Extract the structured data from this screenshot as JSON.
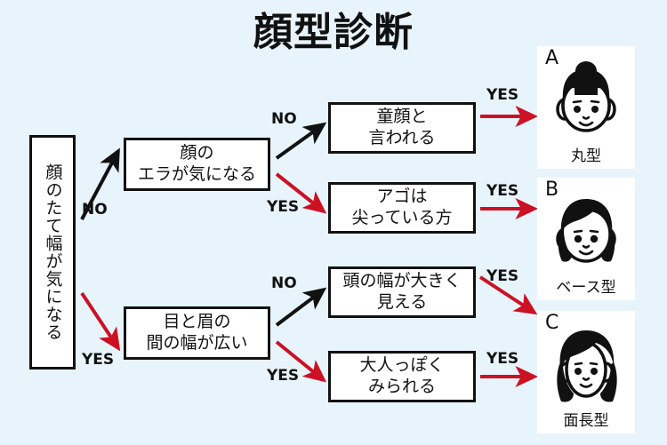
{
  "page": {
    "title": "顔型診断",
    "background_color": "#e8f4fb",
    "ink_color": "#111111",
    "yes_color": "#cc1124",
    "no_color": "#111111"
  },
  "start": {
    "label": "顔のたて幅が気になる"
  },
  "questions": [
    {
      "id": "q1",
      "label": "顔の\nエラが気になる"
    },
    {
      "id": "q2",
      "label": "目と眉の\n間の幅が広い"
    },
    {
      "id": "a1",
      "label": "童顔と\n言われる"
    },
    {
      "id": "a2",
      "label": "アゴは\n尖っている方"
    },
    {
      "id": "a3",
      "label": "頭の幅が大きく\n見える"
    },
    {
      "id": "a4",
      "label": "大人っぽく\nみられる"
    }
  ],
  "edges": [
    {
      "id": "start-no",
      "label": "NO",
      "color": "#111111",
      "answer": "no"
    },
    {
      "id": "start-yes",
      "label": "YES",
      "color": "#cc1124",
      "answer": "yes"
    },
    {
      "id": "q1-no",
      "label": "NO",
      "color": "#111111",
      "answer": "no"
    },
    {
      "id": "q1-yes",
      "label": "YES",
      "color": "#cc1124",
      "answer": "yes"
    },
    {
      "id": "q2-no",
      "label": "NO",
      "color": "#111111",
      "answer": "no"
    },
    {
      "id": "q2-yes",
      "label": "YES",
      "color": "#cc1124",
      "answer": "yes"
    },
    {
      "id": "a1-yes",
      "label": "YES",
      "color": "#cc1124",
      "answer": "yes"
    },
    {
      "id": "a2-yes",
      "label": "YES",
      "color": "#cc1124",
      "answer": "yes"
    },
    {
      "id": "a3-yes",
      "label": "YES",
      "color": "#cc1124",
      "answer": "yes"
    },
    {
      "id": "a4-yes",
      "label": "YES",
      "color": "#cc1124",
      "answer": "yes"
    }
  ],
  "results": [
    {
      "letter": "A",
      "caption": "丸型",
      "hair": "bun"
    },
    {
      "letter": "B",
      "caption": "ベース型",
      "hair": "bob"
    },
    {
      "letter": "C",
      "caption": "面長型",
      "hair": "long"
    }
  ]
}
